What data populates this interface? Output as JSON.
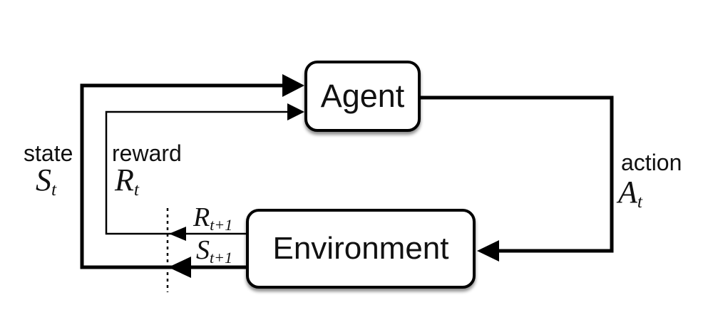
{
  "nodes": {
    "agent": {
      "label": "Agent"
    },
    "environment": {
      "label": "Environment"
    }
  },
  "signals": {
    "state": {
      "word": "state",
      "symbol": "S",
      "subscript": "t"
    },
    "reward": {
      "word": "reward",
      "symbol": "R",
      "subscript": "t"
    },
    "action": {
      "word": "action",
      "symbol": "A",
      "subscript": "t"
    },
    "next_reward": {
      "symbol": "R",
      "subscript": "t+1"
    },
    "next_state": {
      "symbol": "S",
      "subscript": "t+1"
    }
  },
  "colors": {
    "line": "#000000",
    "background": "#ffffff",
    "node_fill": "#ffffff",
    "node_border": "#000000"
  }
}
